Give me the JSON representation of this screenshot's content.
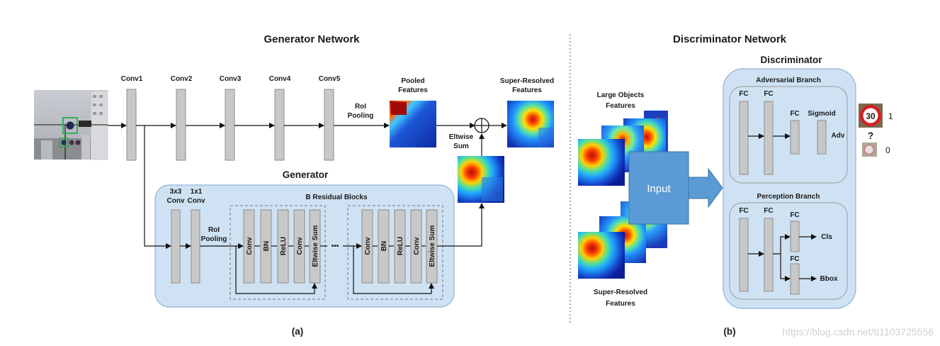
{
  "generator": {
    "title": "Generator Network",
    "layers": [
      "Conv1",
      "Conv2",
      "Conv3",
      "Conv4",
      "Conv5"
    ],
    "roi_pool_1": "RoI",
    "roi_pool_2": "Pooling",
    "pooled_1": "Pooled",
    "pooled_2": "Features",
    "sr_1": "Super-Resolved",
    "sr_2": "Features",
    "eltwise_1": "Eltwise",
    "eltwise_2": "Sum",
    "box_title": "Generator",
    "conv3_1": "3x3",
    "conv3_2": "Conv",
    "conv1_1": "1x1",
    "conv1_2": "Conv",
    "inner_roi_1": "RoI",
    "inner_roi_2": "Pooling",
    "residual_title": "B Residual Blocks",
    "block_layers": [
      "Conv",
      "BN",
      "ReLU",
      "Conv",
      "Eltwise Sum"
    ],
    "dots": "•••",
    "caption": "(a)"
  },
  "discriminator": {
    "title": "Discriminator Network",
    "large_1": "Large Objects",
    "large_2": "Features",
    "sr_1": "Super-Resolved",
    "sr_2": "Features",
    "input": "Input",
    "box_title": "Discriminator",
    "adv_title": "Adversarial Branch",
    "fc": "FC",
    "sigmoid": "Sigmoid",
    "adv": "Adv",
    "per_title": "Perception Branch",
    "cls": "Cls",
    "bbox": "Bbox",
    "sign_text": "30",
    "label_1": "1",
    "label_q": "?",
    "label_0": "0",
    "caption": "(b)"
  },
  "watermark": "https://blog.csdn.net/tt1103725556",
  "colors": {
    "panel": "#cfe2f3",
    "panel_border": "#8fb3d6",
    "input_arrow": "#5b9bd5",
    "bar": "#c8c8c8"
  }
}
